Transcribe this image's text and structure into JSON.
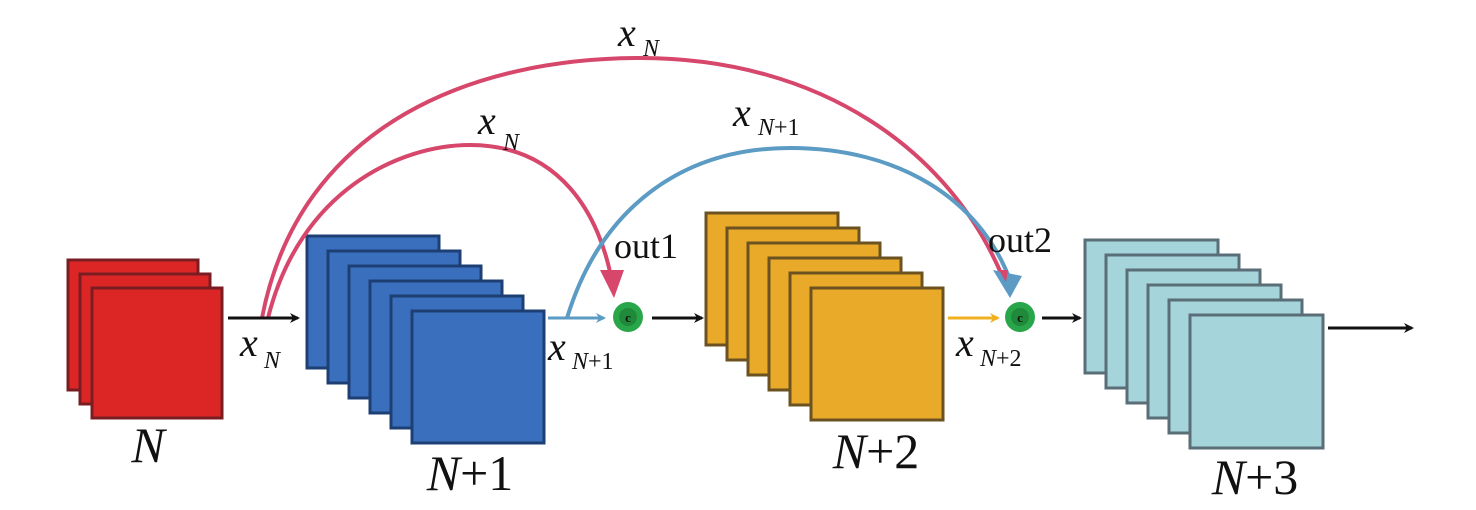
{
  "diagram": {
    "type": "neural-network-skip-connections",
    "colors": {
      "red_block": "#dc2626",
      "red_border": "#7a1d22",
      "blue_block": "#3a6fbd",
      "blue_border": "#1d3f73",
      "orange_block": "#e8aa28",
      "orange_border": "#6b5220",
      "cyan_block": "#a6d4db",
      "cyan_border": "#5a6e78",
      "red_arc": "#d6476b",
      "blue_arc": "#5b9bc4",
      "orange_arrow": "#f0b020",
      "concat_node": "#2aa64a",
      "black_arrow": "#111111"
    },
    "blocks": [
      {
        "id": "N",
        "label_main": "N",
        "label_suffix": "",
        "color": "red",
        "layers": 3
      },
      {
        "id": "N+1",
        "label_main": "N",
        "label_suffix": "+1",
        "color": "blue",
        "layers": 6
      },
      {
        "id": "N+2",
        "label_main": "N",
        "label_suffix": "+2",
        "color": "orange",
        "layers": 6
      },
      {
        "id": "N+3",
        "label_main": "N",
        "label_suffix": "+3",
        "color": "cyan",
        "layers": 6
      }
    ],
    "edge_labels": {
      "x_n_main": "x",
      "x_n_sub": "N",
      "x_n1_main": "x",
      "x_n1_sub": "N+1",
      "x_n2_main": "x",
      "x_n2_sub": "N+2"
    },
    "arc_labels": {
      "outer_red": {
        "main": "x",
        "sub": "N"
      },
      "inner_red": {
        "main": "x",
        "sub": "N"
      },
      "blue": {
        "main": "x",
        "sub": "N+1"
      }
    },
    "nodes": [
      {
        "id": "out1",
        "label": "out1",
        "symbol": "c"
      },
      {
        "id": "out2",
        "label": "out2",
        "symbol": "c"
      }
    ]
  }
}
